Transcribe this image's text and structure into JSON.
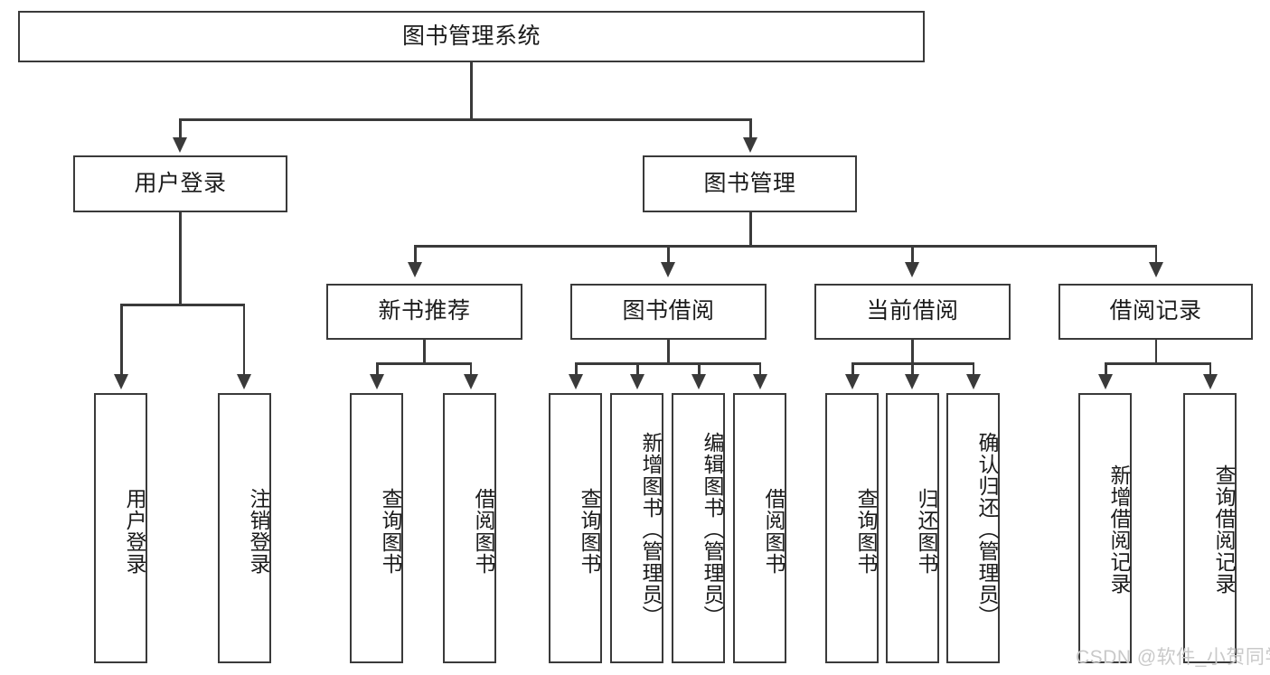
{
  "diagram": {
    "type": "tree-hierarchy",
    "title": "图书管理系统",
    "root": {
      "id": "root",
      "label": "图书管理系统"
    },
    "level2": [
      {
        "id": "user-login",
        "label": "用户登录"
      },
      {
        "id": "book-manage",
        "label": "图书管理"
      }
    ],
    "level3": [
      {
        "id": "new-book-recommend",
        "label": "新书推荐"
      },
      {
        "id": "book-borrow",
        "label": "图书借阅"
      },
      {
        "id": "current-borrow",
        "label": "当前借阅"
      },
      {
        "id": "borrow-record",
        "label": "借阅记录"
      }
    ],
    "leaves": {
      "user_login": [
        {
          "id": "leaf-user-login",
          "label": "用户登录"
        },
        {
          "id": "leaf-logout",
          "label": "注销登录"
        }
      ],
      "new_book_recommend": [
        {
          "id": "leaf-query-book-1",
          "label": "查询图书"
        },
        {
          "id": "leaf-borrow-book-1",
          "label": "借阅图书"
        }
      ],
      "book_borrow": [
        {
          "id": "leaf-query-book-2",
          "label": "查询图书"
        },
        {
          "id": "leaf-add-book",
          "label": "新增图书（管理员）"
        },
        {
          "id": "leaf-edit-book",
          "label": "编辑图书（管理员）"
        },
        {
          "id": "leaf-borrow-book-2",
          "label": "借阅图书"
        }
      ],
      "current_borrow": [
        {
          "id": "leaf-query-book-3",
          "label": "查询图书"
        },
        {
          "id": "leaf-return-book",
          "label": "归还图书"
        },
        {
          "id": "leaf-confirm-return",
          "label": "确认归还（管理员）"
        }
      ],
      "borrow_record": [
        {
          "id": "leaf-add-record",
          "label": "新增借阅记录"
        },
        {
          "id": "leaf-query-record",
          "label": "查询借阅记录"
        }
      ]
    }
  },
  "watermark": {
    "text": "CSDN @软件_小贺同学"
  }
}
